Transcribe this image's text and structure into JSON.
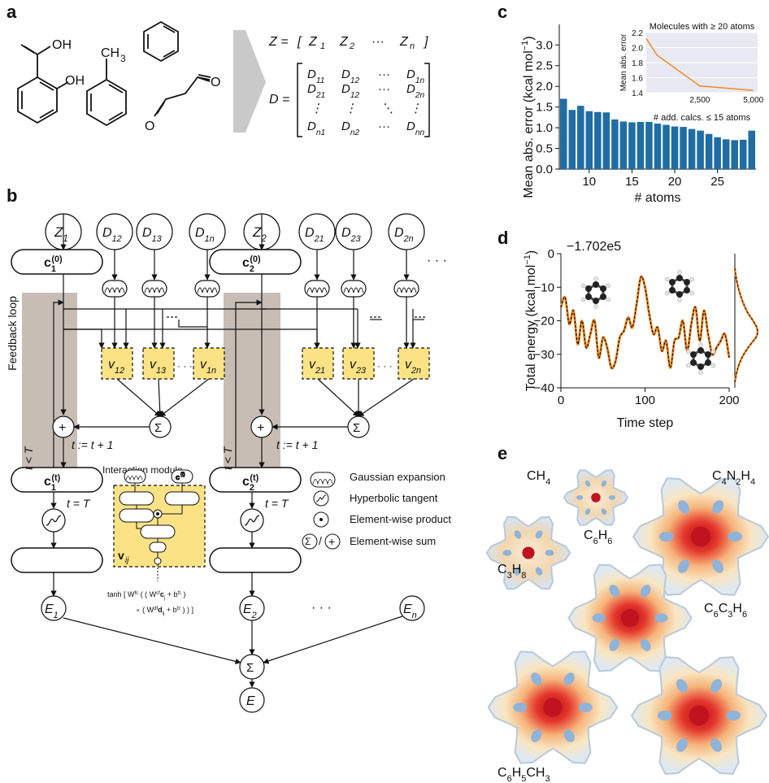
{
  "panel_labels": {
    "a": "a",
    "b": "b",
    "c": "c",
    "d": "d",
    "e": "e"
  },
  "panel_a": {
    "molecule_labels": {
      "oh_top": "OH",
      "oh_side": "OH",
      "ch3": "CH",
      "ch3_sub": "3",
      "o1": "O",
      "o2": "O"
    },
    "z_eq": {
      "lhs": "Z =",
      "open": "[",
      "z1": "Z",
      "s1": "1",
      "z2": "Z",
      "s2": "2",
      "dots": "···",
      "zn": "Z",
      "sn": "n",
      "close": "]"
    },
    "d_eq": {
      "lhs": "D =",
      "row1": [
        [
          "D",
          "11"
        ],
        [
          "D",
          "12"
        ],
        [
          "···",
          ""
        ],
        [
          "D",
          "1n"
        ]
      ],
      "row2": [
        [
          "D",
          "21"
        ],
        [
          "D",
          "12"
        ],
        [
          "···",
          ""
        ],
        [
          "D",
          "2n"
        ]
      ],
      "row3": [
        "⋮",
        "⋮",
        "⋱",
        "⋮"
      ],
      "row4": [
        [
          "D",
          "n1"
        ],
        [
          "D",
          "n2"
        ],
        [
          "···",
          ""
        ],
        [
          "D",
          "nn"
        ]
      ]
    }
  },
  "panel_b": {
    "feedback_loop": "Feedback loop",
    "t_lt_T": "t < T",
    "t_update": "t := t + 1",
    "t_eq_T": "t = T",
    "z_nodes": [
      [
        "Z",
        "1"
      ],
      [
        "Z",
        "2"
      ]
    ],
    "d_nodes": [
      [
        "D",
        "12"
      ],
      [
        "D",
        "13"
      ],
      [
        "D",
        "1n"
      ],
      [
        "D",
        "21"
      ],
      [
        "D",
        "23"
      ],
      [
        "D",
        "2n"
      ]
    ],
    "v_nodes": [
      [
        "v",
        "12"
      ],
      [
        "v",
        "13"
      ],
      [
        "v",
        "1n"
      ],
      [
        "v",
        "21"
      ],
      [
        "v",
        "23"
      ],
      [
        "v",
        "2n"
      ]
    ],
    "c0": [
      [
        "c",
        "1",
        "(0)"
      ],
      [
        "c",
        "2",
        "(0)"
      ]
    ],
    "ct": [
      [
        "c",
        "1",
        "(t)"
      ],
      [
        "c",
        "2",
        "(t)"
      ]
    ],
    "e_nodes": [
      [
        "E",
        "1"
      ],
      [
        "E",
        "2"
      ],
      [
        "E",
        "n"
      ]
    ],
    "e_total": "E",
    "ellipsis": "· · ·",
    "sigma": "Σ",
    "plus": "+",
    "interaction_module": "Interaction module",
    "vij": "v",
    "vij_sub": "ij",
    "ci_small": "c",
    "ci_small_sup": "(t)",
    "tanh_line1": "tanh  [ W",
    "tanh_line1b": "fc",
    "tanh_line1c": " ( ( W",
    "tanh_line1d": "cf",
    "tanh_line1e": "c",
    "tanh_line1f": "j",
    "tanh_line1g": " + b",
    "tanh_line1h": "f",
    "tanh_line1i": "1",
    "tanh_line1j": " )",
    "tanh_line2": "∘ ( W",
    "tanh_line2b": "df",
    "tanh_line2c": "d",
    "tanh_line2d": "ij",
    "tanh_line2e": " + b",
    "tanh_line2f": "f",
    "tanh_line2g": "2",
    "tanh_line2h": " ) ) ]",
    "legend": [
      "Gaussian expansion",
      "Hyperbolic tangent",
      "Element-wise product",
      "Element-wise sum"
    ],
    "legend_slash": "/",
    "legend_dot": "•"
  },
  "panel_c": {
    "ylabel": "Mean abs. error (kcal mol",
    "ylabel_sup": "−1",
    "ylabel_end": ")",
    "xlabel": "# atoms",
    "inset_title": "Molecules with ≥ 20 atoms",
    "inset_ylabel": "Mean abs. error",
    "inset_xlabel": "# add. calcs. ≤ 15 atoms"
  },
  "panel_d": {
    "ylabel": "Total energy (kcal mol",
    "ylabel_sup": "−1",
    "ylabel_end": ")",
    "xlabel": "Time step",
    "offset": "−1.702e5"
  },
  "panel_e": {
    "labels": [
      [
        "CH",
        "4"
      ],
      [
        "C",
        "4",
        "N",
        "2",
        "H",
        "4"
      ],
      [
        "C",
        "6",
        "H",
        "6"
      ],
      [
        "C",
        "3",
        "H",
        "8"
      ],
      [
        "C",
        "6",
        "C",
        "3",
        "H",
        "6"
      ],
      [
        "C",
        "6",
        "H",
        "5",
        "CH",
        "3"
      ]
    ]
  },
  "chart_data": [
    {
      "type": "bar",
      "title": "",
      "xlabel": "# atoms",
      "ylabel": "Mean abs. error (kcal mol−1)",
      "x": [
        7,
        8,
        9,
        10,
        11,
        12,
        13,
        14,
        15,
        16,
        17,
        18,
        19,
        20,
        21,
        22,
        23,
        24,
        25,
        26,
        27,
        29
      ],
      "values": [
        1.7,
        1.43,
        1.53,
        1.4,
        1.38,
        1.37,
        1.2,
        1.15,
        1.13,
        1.14,
        1.14,
        1.1,
        1.07,
        1.03,
        1.02,
        0.97,
        0.93,
        0.85,
        0.77,
        0.72,
        0.7,
        0.71,
        0.93
      ],
      "xticks": [
        10,
        15,
        20,
        25
      ],
      "yticks": [
        0,
        0.5,
        1.0,
        1.5,
        2.0,
        2.5,
        3.0
      ],
      "ylim": [
        0,
        3.3
      ],
      "color": "#1f6da3",
      "inset": {
        "type": "line",
        "title": "Molecules with ≥ 20 atoms",
        "xlabel": "# add. calcs. ≤ 15 atoms",
        "ylabel": "Mean abs. error",
        "x": [
          0,
          500,
          2500,
          5000
        ],
        "y": [
          2.12,
          1.9,
          1.49,
          1.43
        ],
        "xticks": [
          "2,500",
          "5,000"
        ],
        "yticks": [
          "1.4",
          "1.6",
          "1.8",
          "2.0",
          "2.2"
        ],
        "ylim": [
          1.4,
          2.2
        ],
        "color": "#f08a24"
      }
    },
    {
      "type": "line",
      "title": "",
      "xlabel": "Time step",
      "ylabel": "Total energy (kcal mol−1)",
      "offset_label": "−1.702e5",
      "xticks": [
        0,
        100,
        200
      ],
      "yticks": [
        0,
        -10,
        -20,
        -30,
        -40
      ],
      "xlim": [
        0,
        200
      ],
      "ylim": [
        -40,
        0
      ],
      "series": [
        {
          "x": [
            0,
            5,
            10,
            15,
            20,
            25,
            30,
            35,
            40,
            45,
            50,
            55,
            60,
            65,
            70,
            75,
            80,
            85,
            90,
            95,
            100,
            105,
            110,
            115,
            120,
            125,
            130,
            135,
            140,
            145,
            150,
            155,
            160,
            165,
            170,
            175,
            180,
            185,
            190,
            195,
            200
          ],
          "y": [
            -16,
            -13,
            -21,
            -17,
            -27,
            -20,
            -28,
            -24,
            -20,
            -31,
            -25,
            -28,
            -34,
            -32,
            -25,
            -23,
            -19,
            -22,
            -15,
            -7,
            -10,
            -18,
            -24,
            -22,
            -29,
            -26,
            -34,
            -26,
            -25,
            -20,
            -29,
            -21,
            -16,
            -26,
            -17,
            -24,
            -30,
            -28,
            -26,
            -24,
            -31
          ],
          "colors": [
            "#111111",
            "#f08a24"
          ]
        }
      ]
    }
  ]
}
